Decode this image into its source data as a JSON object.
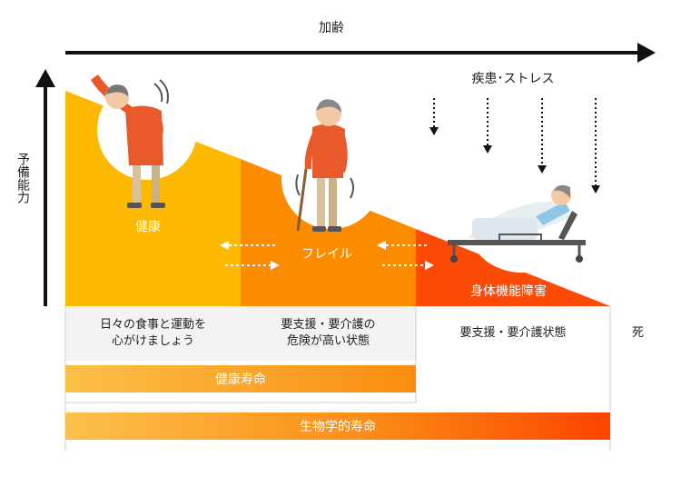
{
  "header": {
    "aging": "加齢",
    "stress": "疾患･ストレス"
  },
  "axis": {
    "ylabel": "予備能力"
  },
  "stages": {
    "healthy": "健康",
    "frail": "フレイル",
    "disability": "身体機能障害"
  },
  "table": {
    "col1_line1": "日々の食事と運動を",
    "col1_line2": "心がけましょう",
    "col2_line1": "要支援・要介護の",
    "col2_line2": "危険が高い状態",
    "col3": "要支援・要介護状態",
    "death": "死"
  },
  "bars": {
    "healthy_life": "健康寿命",
    "biological_life": "生物学的寿命"
  },
  "colors": {
    "yellow": "#fcb900",
    "orange": "#fb8c00",
    "red": "#fb4b06",
    "bar_light": "#fbc04a",
    "bar_dark": "#fb4500",
    "arrow": "#111111"
  },
  "icons": [
    "stretching-person",
    "elderly-person-with-cane",
    "patient-in-bed",
    "arrow-left",
    "arrow-right",
    "arrow-down"
  ]
}
